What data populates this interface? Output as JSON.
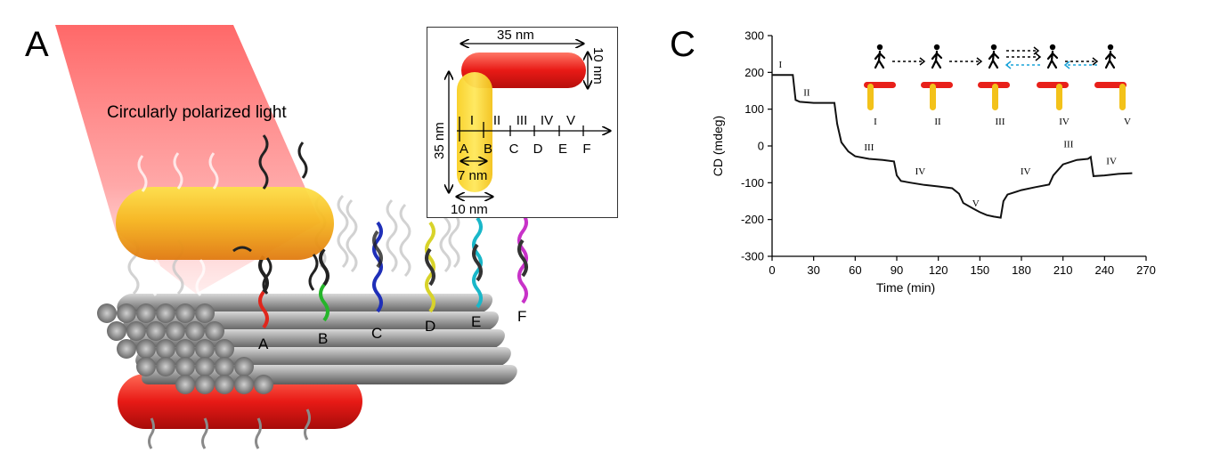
{
  "panel_a": {
    "letter": "A",
    "light_label": "Circularly polarized light",
    "inset": {
      "top_length": "35 nm",
      "side_length": "35 nm",
      "rod_diameter": "10 nm",
      "bottom_width": "10 nm",
      "step": "7 nm",
      "stations": [
        "I",
        "II",
        "III",
        "IV",
        "V"
      ],
      "sites": [
        "A",
        "B",
        "C",
        "D",
        "E",
        "F"
      ]
    },
    "strand_labels": [
      "A",
      "B",
      "C",
      "D",
      "E",
      "F"
    ],
    "strand_colors": [
      "#e0261c",
      "#25b52a",
      "#1f2fb8",
      "#d8d32a",
      "#19b7c9",
      "#c832c8"
    ],
    "colors": {
      "rod_red": "#e8201a",
      "rod_yellow": "#f3c21a",
      "light": "#ff2a2a",
      "bundle": "#9a9a9a"
    }
  },
  "panel_c": {
    "letter": "C",
    "chart_data": {
      "type": "line",
      "xlabel": "Time (min)",
      "ylabel": "CD (mdeg)",
      "xlim": [
        0,
        270
      ],
      "ylim": [
        -300,
        300
      ],
      "xticks": [
        "0",
        "30",
        "60",
        "90",
        "120",
        "150",
        "180",
        "210",
        "240",
        "270"
      ],
      "yticks": [
        "300",
        "200",
        "100",
        "0",
        "-100",
        "-200",
        "-300"
      ],
      "series": [
        {
          "x": [
            0,
            15,
            17,
            20,
            30,
            40,
            45,
            47,
            50,
            55,
            60,
            70,
            80,
            88,
            90,
            93,
            100,
            110,
            120,
            130,
            135,
            138,
            145,
            150,
            155,
            160,
            165,
            167,
            170,
            180,
            190,
            200,
            203,
            210,
            220,
            228,
            230,
            232,
            240,
            250,
            260
          ],
          "y": [
            193,
            193,
            125,
            120,
            117,
            117,
            117,
            60,
            10,
            -15,
            -28,
            -35,
            -38,
            -42,
            -80,
            -95,
            -100,
            -106,
            -110,
            -115,
            -130,
            -155,
            -170,
            -180,
            -188,
            -192,
            -195,
            -150,
            -132,
            -120,
            -112,
            -105,
            -80,
            -50,
            -38,
            -35,
            -30,
            -82,
            -80,
            -76,
            -74
          ]
        }
      ],
      "annotations": [
        {
          "text": "I",
          "x": 6,
          "y": 213
        },
        {
          "text": "II",
          "x": 25,
          "y": 137
        },
        {
          "text": "III",
          "x": 70,
          "y": -12
        },
        {
          "text": "IV",
          "x": 107,
          "y": -78
        },
        {
          "text": "V",
          "x": 147,
          "y": -165
        },
        {
          "text": "IV",
          "x": 183,
          "y": -78
        },
        {
          "text": "III",
          "x": 214,
          "y": -4
        },
        {
          "text": "IV",
          "x": 245,
          "y": -50
        }
      ],
      "inset_stages": [
        "I",
        "II",
        "III",
        "IV",
        "V"
      ]
    }
  }
}
